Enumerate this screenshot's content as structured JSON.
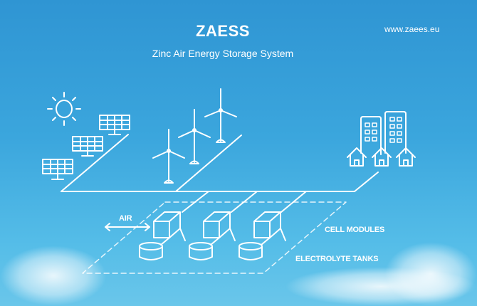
{
  "header": {
    "title": "ZAESS",
    "subtitle": "Zinc Air Energy Storage System",
    "website": "www.zaees.eu"
  },
  "diagram": {
    "air_label": "AIR",
    "cell_modules_label": "CELL MODULES",
    "electrolyte_tanks_label": "ELECTROLYTE TANKS"
  },
  "colors": {
    "line": "#ffffff",
    "sky_top": "#2f95d3",
    "sky_bottom": "#6ac6ea"
  }
}
